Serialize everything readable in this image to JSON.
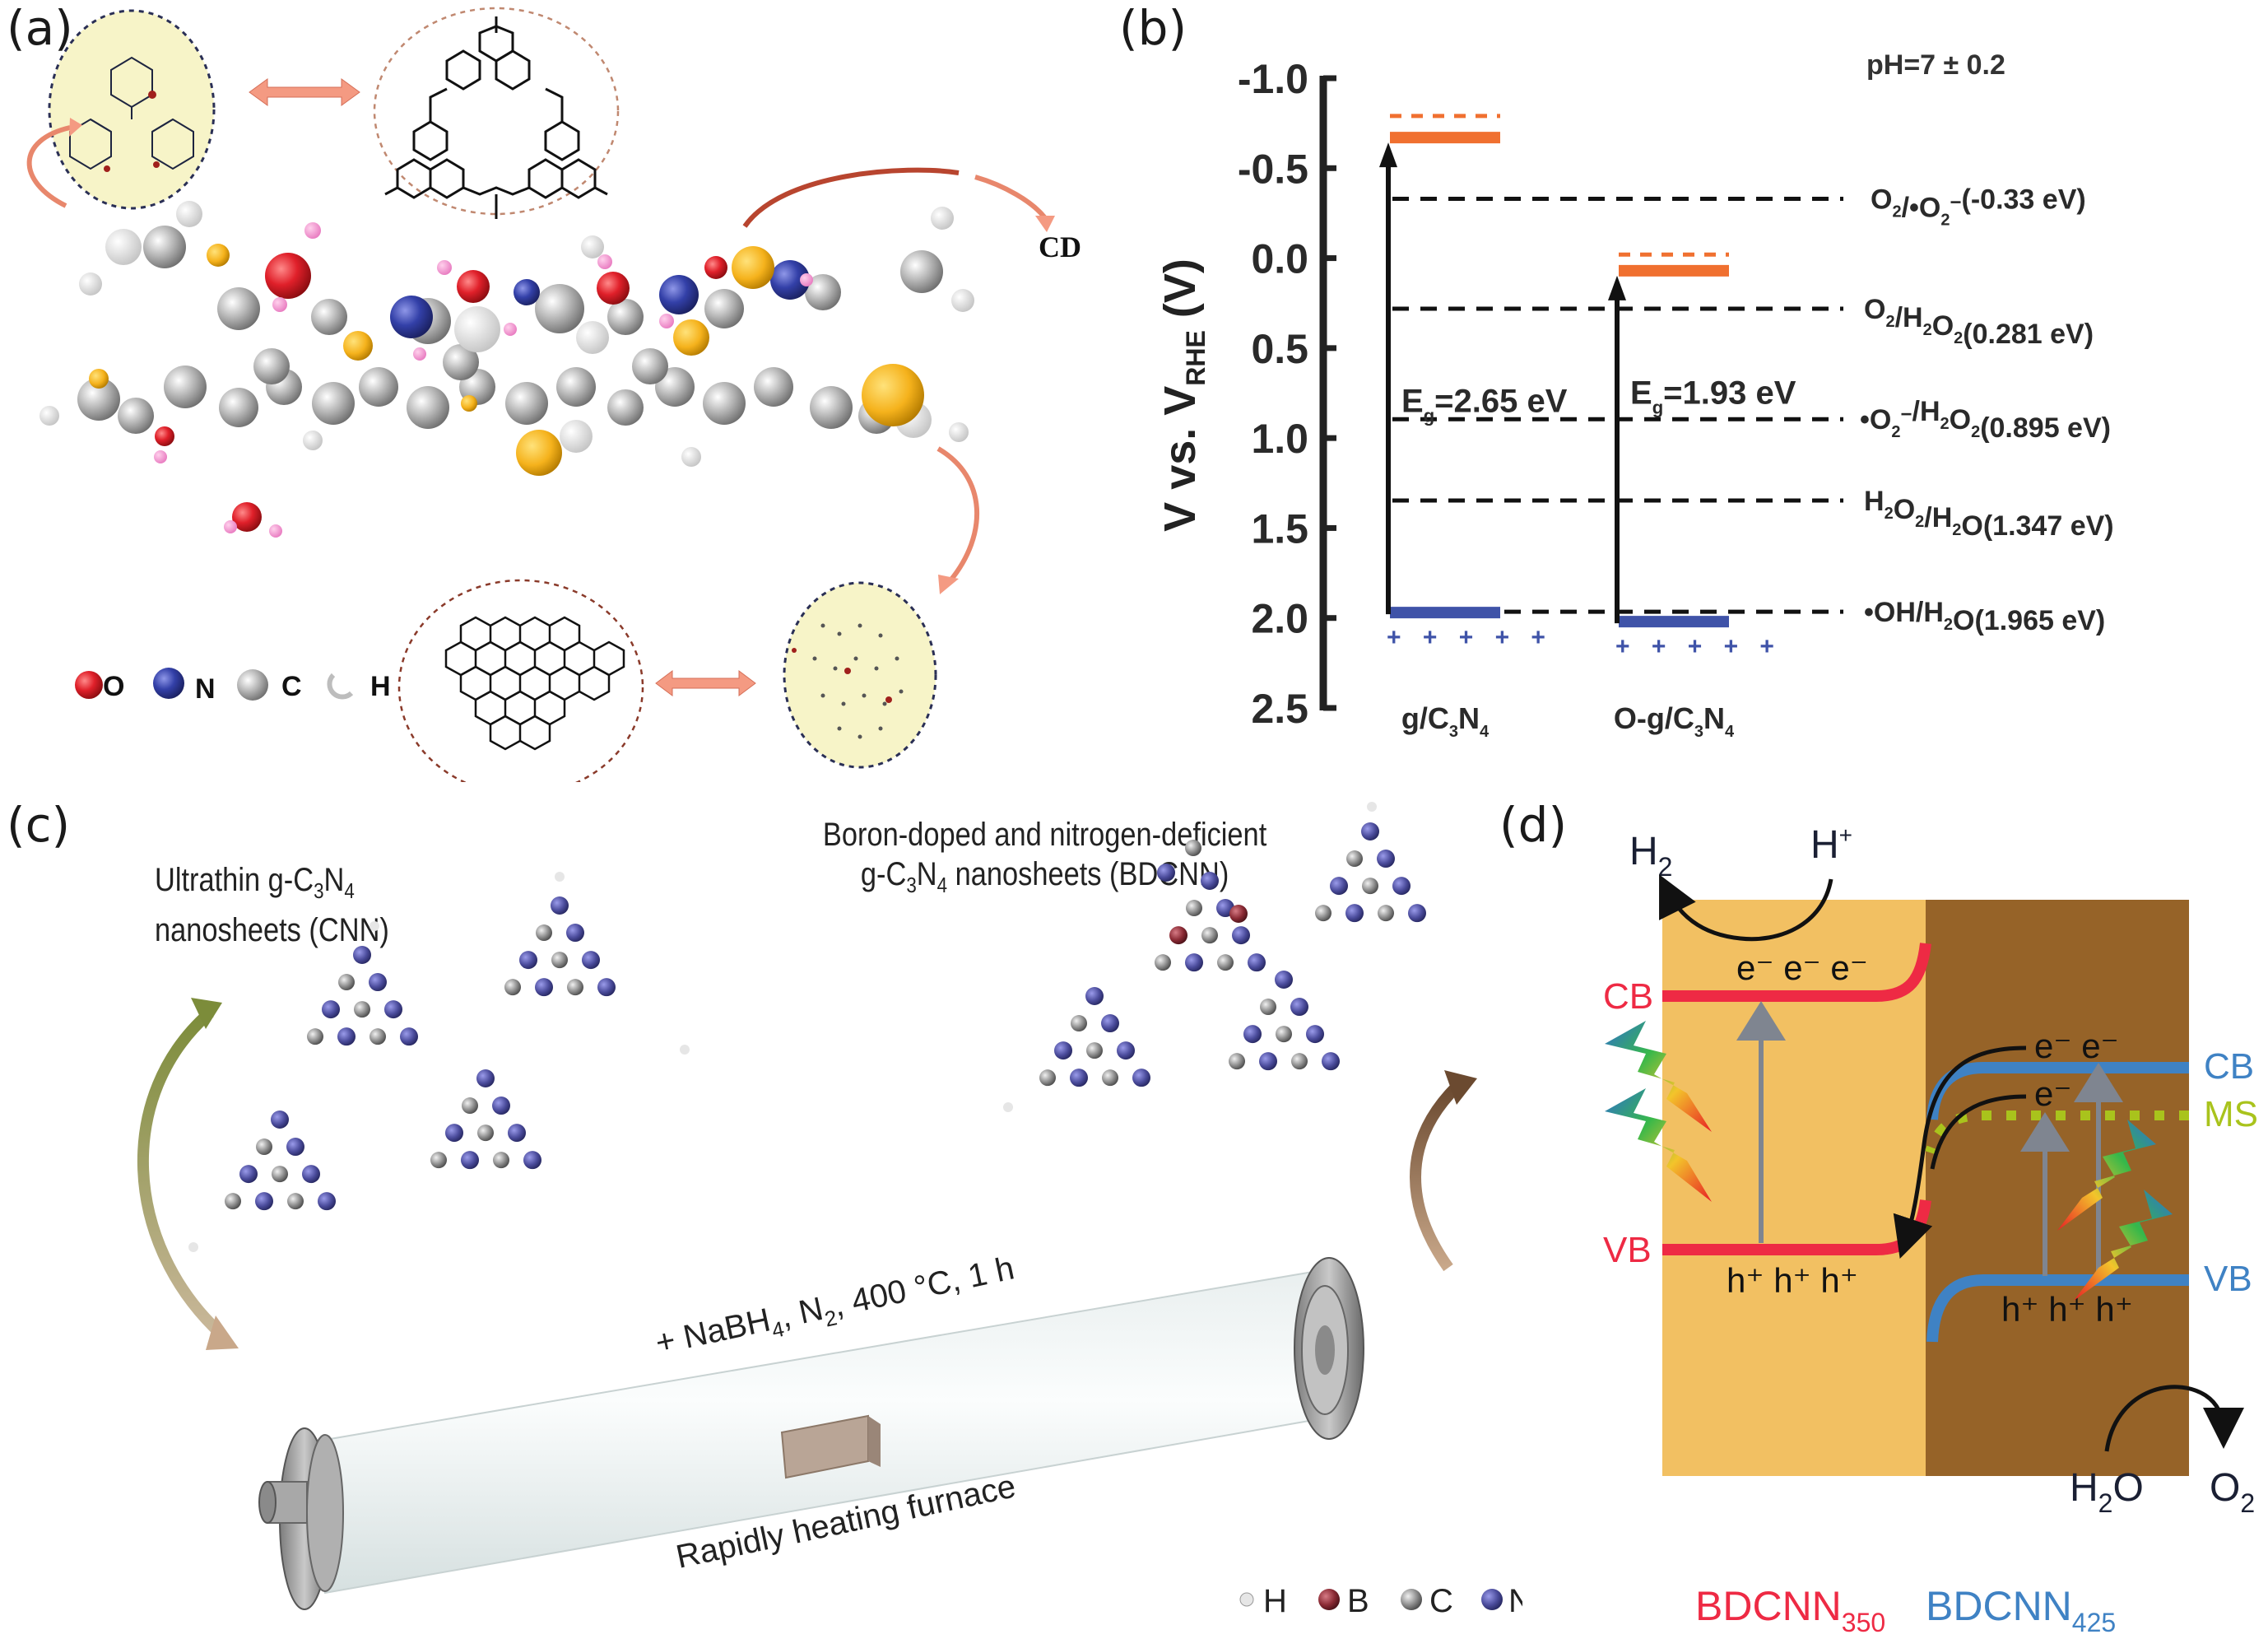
{
  "figure": {
    "panels": {
      "a": {
        "label": "(a)",
        "product_label": "CD",
        "legend": [
          {
            "symbol": "O",
            "color": "#e0202a"
          },
          {
            "symbol": "N",
            "color": "#3340a8"
          },
          {
            "symbol": "C",
            "color": "#9a9a9a"
          },
          {
            "symbol": "H",
            "color": "#e8e8e8"
          }
        ],
        "insets": [
          "g-C3N4 doped structure (yellow inset)",
          "g-C3N4 heptazine skeleton",
          "graphitic carbon dot skeleton",
          "carbon dot doped structure (yellow inset)"
        ]
      },
      "b": {
        "label": "(b)",
        "note": "pH=7 ± 0.2"
      },
      "c": {
        "label": "(c)",
        "left_title_line1": "Ultrathin g-C",
        "left_title_sub1": "3",
        "left_title_mid": "N",
        "left_title_sub2": "4",
        "left_title_line2": "nanosheets (CNN)",
        "right_title_line1": "Boron-doped and nitrogen-deficient",
        "right_title_line2_pre": "g-C",
        "right_title_sub1": "3",
        "right_title_mid": "N",
        "right_title_sub2": "4",
        "right_title_line2_post": " nanosheets (BDCNN)",
        "condition_text": "+ NaBH",
        "condition_sub": "4",
        "condition_rest1": ", N",
        "condition_sub2": "2",
        "condition_rest2": ", 400 °C, 1 h",
        "furnace_label": "Rapidly heating furnace",
        "legend": [
          {
            "symbol": "H",
            "color": "#e6e6e6"
          },
          {
            "symbol": "B",
            "color": "#8a2a34"
          },
          {
            "symbol": "C",
            "color": "#8c8c8c"
          },
          {
            "symbol": "N",
            "color": "#4b4c9c"
          }
        ]
      },
      "d": {
        "label": "(d)",
        "h2": "H",
        "h2_sub": "2",
        "hplus": "H",
        "hplus_sup": "+",
        "left_cb": "CB",
        "left_vb": "VB",
        "right_cb": "CB",
        "right_ms": "MS",
        "right_vb": "VB",
        "electrons_left": "e⁻ e⁻ e⁻",
        "holes_left": "h⁺ h⁺ h⁺",
        "electrons_right_top": "e⁻ e⁻",
        "electron_right_mid": "e⁻",
        "holes_right": "h⁺ h⁺ h⁺",
        "h2o": "H",
        "h2o_sub": "2",
        "h2o_tail": "O",
        "o2": "O",
        "o2_sub": "2",
        "material_left": "BDCNN",
        "material_left_sub": "350",
        "material_right": "BDCNN",
        "material_right_sub": "425",
        "colors": {
          "left_bg": "#f2c062",
          "right_bg": "#966328",
          "left_band": "#ee2a44",
          "right_band": "#3f82c4",
          "ms": "#a9c31c"
        }
      }
    }
  },
  "chart_data": {
    "type": "band-diagram",
    "title": "",
    "ylabel": "V vs. V_RHE (V)",
    "ylabel_main": "V vs. V",
    "ylabel_sub": "RHE",
    "ylabel_tail": " (V)",
    "ylim": [
      -1.0,
      2.5
    ],
    "y_inverted": true,
    "yticks": [
      -1.0,
      -0.5,
      0.0,
      0.5,
      1.0,
      1.5,
      2.0,
      2.5
    ],
    "ytick_labels": [
      "-1.0",
      "-0.5",
      "0.0",
      "0.5",
      "1.0",
      "1.5",
      "2.0",
      "2.5"
    ],
    "materials": [
      {
        "name": "g/C3N4",
        "label_main": "g/C",
        "sub1": "3",
        "mid": "N",
        "sub2": "4",
        "cb": -0.67,
        "cb_dotted": -0.79,
        "vb": 1.97,
        "bandgap_label": "E",
        "bandgap_sub": "g",
        "bandgap_value": "=2.65 eV",
        "bandgap": 2.65
      },
      {
        "name": "O-g/C3N4",
        "label_main": "O-g/C",
        "sub1": "3",
        "mid": "N",
        "sub2": "4",
        "cb": 0.07,
        "cb_dotted": -0.02,
        "vb": 2.02,
        "bandgap_label": "E",
        "bandgap_sub": "g",
        "bandgap_value": "=1.93 eV",
        "bandgap": 1.93
      }
    ],
    "reference_levels": [
      {
        "label": "O2/•O2−(-0.33 eV)",
        "value": -0.33
      },
      {
        "label": "O2/H2O2(0.281 eV)",
        "value": 0.281
      },
      {
        "label": "•O2−/H2O2(0.895 eV)",
        "value": 0.895
      },
      {
        "label": "H2O2/H2O(1.347 eV)",
        "value": 1.347
      },
      {
        "label": "•OH/H2O(1.965 eV)",
        "value": 1.965
      }
    ],
    "reference_label_parts": [
      [
        [
          "O",
          ""
        ],
        [
          "2",
          "sub"
        ],
        [
          "/•O",
          ""
        ],
        [
          "2",
          "sub"
        ],
        [
          "−",
          "sup"
        ],
        [
          "(-0.33 eV)",
          ""
        ]
      ],
      [
        [
          "O",
          ""
        ],
        [
          "2",
          "sub"
        ],
        [
          "/H",
          ""
        ],
        [
          "2",
          "sub"
        ],
        [
          "O",
          ""
        ],
        [
          "2",
          "sub"
        ],
        [
          "(0.281 eV)",
          ""
        ]
      ],
      [
        [
          "•O",
          ""
        ],
        [
          "2",
          "sub"
        ],
        [
          "−",
          "sup"
        ],
        [
          "/H",
          ""
        ],
        [
          "2",
          "sub"
        ],
        [
          "O",
          ""
        ],
        [
          "2",
          "sub"
        ],
        [
          "(0.895 eV)",
          ""
        ]
      ],
      [
        [
          "H",
          ""
        ],
        [
          "2",
          "sub"
        ],
        [
          "O",
          ""
        ],
        [
          "2",
          "sub"
        ],
        [
          "/H",
          ""
        ],
        [
          "2",
          "sub"
        ],
        [
          "O(1.347 eV)",
          ""
        ]
      ],
      [
        [
          "•OH/H",
          ""
        ],
        [
          "2",
          "sub"
        ],
        [
          "O(1.965 eV)",
          ""
        ]
      ]
    ],
    "colors": {
      "cb": "#f07030",
      "vb": "#3f53a8",
      "ref": "#111111"
    },
    "hole_symbols": "+ + + + +"
  }
}
